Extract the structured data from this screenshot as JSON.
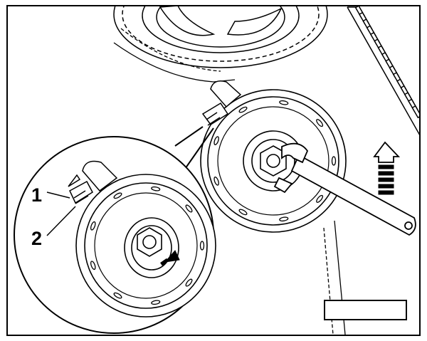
{
  "callouts": [
    {
      "id": "1",
      "label": "1"
    },
    {
      "id": "2",
      "label": "2"
    }
  ],
  "caption_box": {
    "text": ""
  },
  "colors": {
    "line": "#000000",
    "background": "#ffffff",
    "shade": "#e6e6e6"
  },
  "icons": [
    "rotation-arrow-icon",
    "direction-arrow-icon"
  ]
}
